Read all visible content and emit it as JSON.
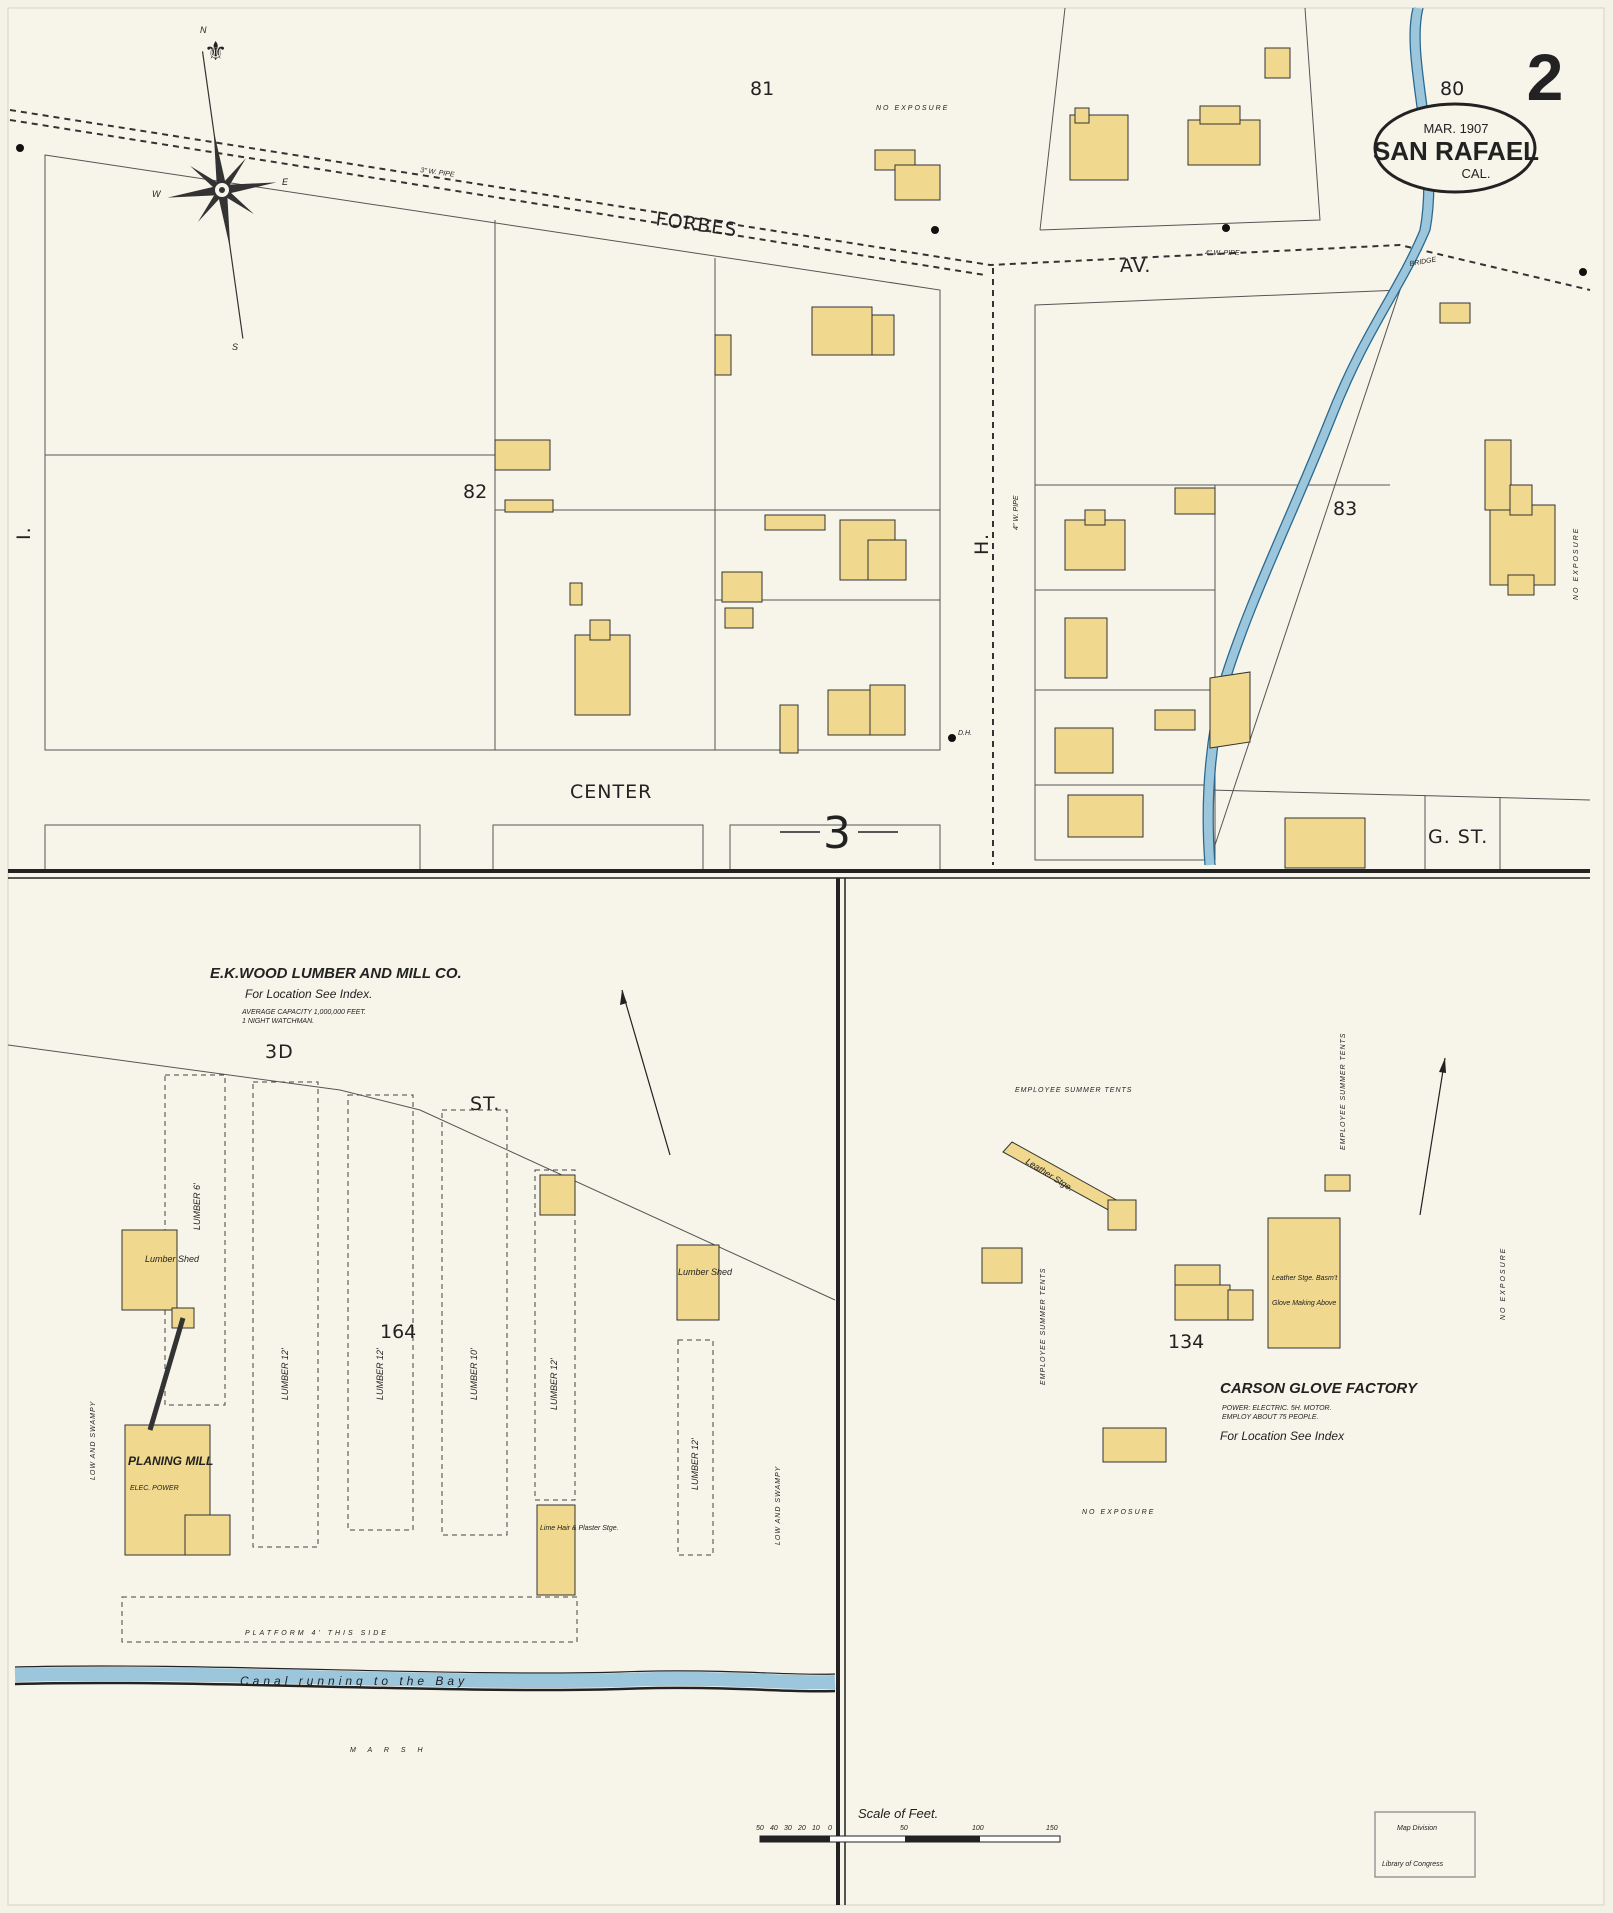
{
  "header": {
    "sheet_number": "2",
    "date": "MAR. 1907",
    "city": "SAN RAFAEL",
    "state": "CAL."
  },
  "compass": {
    "n": "N",
    "s": "S",
    "e": "E",
    "w": "W"
  },
  "streets": {
    "forbes": "FORBES",
    "forbes_av": "AV.",
    "center": "CENTER",
    "h_st": "H.",
    "i_st": "I.",
    "g_st": "G. ST.",
    "third": "3D",
    "third_st": "ST.",
    "sheet_ref_3": "3"
  },
  "blocks": {
    "b81": "81",
    "b80": "80",
    "b82": "82",
    "b83": "83",
    "b164": "164",
    "b134": "134"
  },
  "annotations": {
    "no_exposure_top": "NO EXPOSURE",
    "no_exposure_right": "NO EXPOSURE",
    "no_exposure_bottom": "NO EXPOSURE",
    "no_exposure_right2": "NO EXPOSURE",
    "pipe_3": "3\" W. PIPE",
    "pipe_4": "4\" W. PIPE",
    "pipe_4_h": "4\" W. PIPE",
    "bridge": "BRIDGE",
    "dh": "D.H."
  },
  "lumber": {
    "title": "E.K.WOOD LUMBER AND MILL CO.",
    "subtitle": "For Location See Index.",
    "note1": "AVERAGE CAPACITY 1,000,000 FEET.",
    "note2": "1 NIGHT WATCHMAN.",
    "planing_mill": "PLANING MILL",
    "elec_power": "ELEC. POWER",
    "lumber_shed": "Lumber Shed",
    "lumber_6": "LUMBER 6'",
    "lumber_12a": "LUMBER 12'",
    "lumber_12b": "LUMBER 12'",
    "lumber_10": "LUMBER 10'",
    "lumber_12c": "LUMBER 12'",
    "lumber_12d": "LUMBER 12'",
    "lime": "Lime Hair & Plaster Stge.",
    "low_swampy": "LOW AND SWAMPY",
    "platform": "PLATFORM 4' THIS SIDE",
    "canal": "Canal running to the Bay",
    "marsh": "M A R S H"
  },
  "glove": {
    "title": "CARSON GLOVE FACTORY",
    "power": "POWER: ELECTRIC. 5H. MOTOR.",
    "employ": "EMPLOY ABOUT 75 PEOPLE.",
    "subtitle": "For Location See Index",
    "leather": "Leather Stge. Basm't",
    "glove_making": "Glove Making Above",
    "leather_stge": "Leather Stge.",
    "tents_top": "EMPLOYEE SUMMER TENTS",
    "tents_left": "EMPLOYEE SUMMER TENTS",
    "tents_right": "EMPLOYEE SUMMER TENTS"
  },
  "scale": {
    "label": "Scale of Feet.",
    "ticks": [
      "50",
      "40",
      "30",
      "20",
      "10",
      "0",
      "50",
      "100",
      "150"
    ]
  },
  "stamp": {
    "line1": "Map Division",
    "line2": "Library of Congress"
  },
  "colors": {
    "building": "#f0d88e",
    "water": "#9cc6dc",
    "paper": "#f4f2e6"
  }
}
